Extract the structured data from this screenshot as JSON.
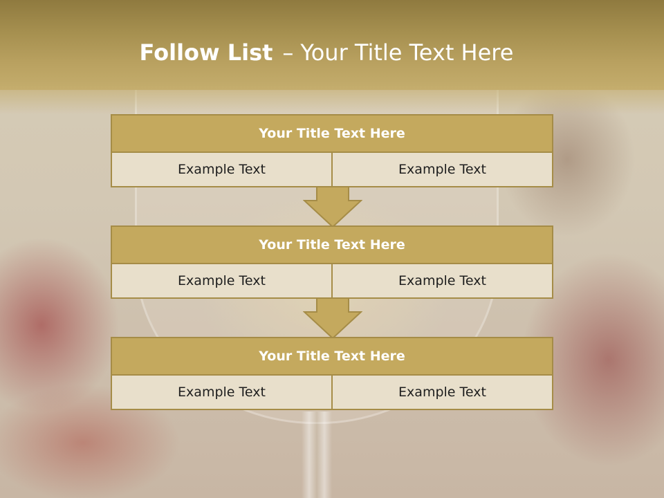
{
  "slide": {
    "title_bold": "Follow List",
    "title_dash": "–",
    "title_rest": "Your Title Text Here"
  },
  "blocks": [
    {
      "title": "Your Title Text Here",
      "left": "Example Text",
      "right": "Example Text"
    },
    {
      "title": "Your Title Text Here",
      "left": "Example Text",
      "right": "Example Text"
    },
    {
      "title": "Your Title Text Here",
      "left": "Example Text",
      "right": "Example Text"
    }
  ],
  "colors": {
    "header_gold": "#b9a160",
    "block_title": "#c4a95e",
    "block_cell": "#e8dfcb",
    "border": "#a58c47",
    "arrow": "#c4a95e"
  }
}
